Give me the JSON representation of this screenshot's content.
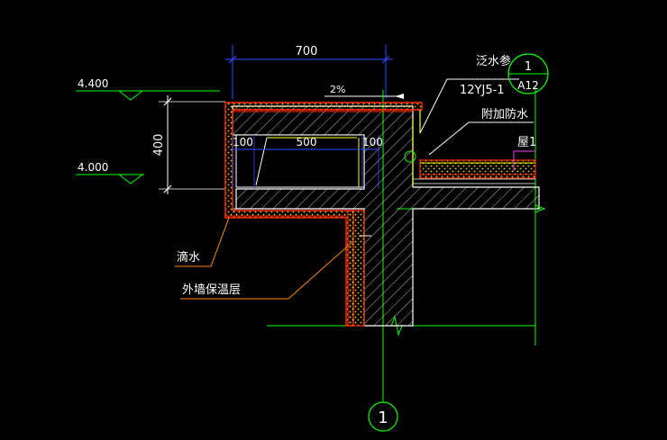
{
  "colors": {
    "background": "#000000",
    "dimension": "#2a4dff",
    "level": "#00ff00",
    "grid_axis": "#00ff00",
    "concrete_outline": "#ffffff",
    "insulation": "#ff2a00",
    "waterproof": "#ffff00",
    "leader": "#ff8c00",
    "text": "#ffffff",
    "magenta": "#ff33ff",
    "cyan": "#00ffff"
  },
  "dimensions": {
    "top_width": "700",
    "height": "400",
    "inner_left": "100",
    "inner_mid": "500",
    "inner_right": "100"
  },
  "levels": {
    "upper": "4.400",
    "lower": "4.000"
  },
  "slope": "2%",
  "labels": {
    "flashing": "泛水参",
    "atlas": "12YJ5-1",
    "extra_waterproof": "附加防水",
    "roof": "屋1",
    "drip": "滴水",
    "wall_insulation": "外墙保温层"
  },
  "callouts": {
    "detail_number": "1",
    "sheet_number": "A12",
    "grid_axis": "1"
  }
}
